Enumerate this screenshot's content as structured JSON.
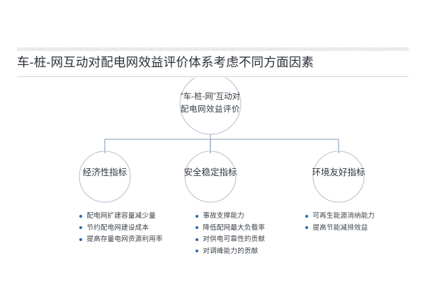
{
  "slide": {
    "title": "车-桩-网互动对配电网效益评价体系考虑不同方面因素",
    "accent_color": "#2d6aa8",
    "line_color": "#9aaec6",
    "title_color": "#2c3238",
    "background_color": "#ffffff"
  },
  "diagram": {
    "type": "tree",
    "root": {
      "line1": "“车-桩-网”互动对",
      "line2": "配电网效益评价"
    },
    "branches": [
      {
        "label": "经济性指标",
        "items": [
          "配电网扩建容量减少量",
          "节约配电网建设成本",
          "提高存量电网资源利用率"
        ]
      },
      {
        "label": "安全稳定指标",
        "items": [
          "事故支撑能力",
          "降低配网最大负载率",
          "对供电可靠性的贡献",
          "对调峰能力的贡献"
        ]
      },
      {
        "label": "环境友好指标",
        "items": [
          "可再生能源消纳能力",
          "提高节能减排效益"
        ]
      }
    ]
  }
}
